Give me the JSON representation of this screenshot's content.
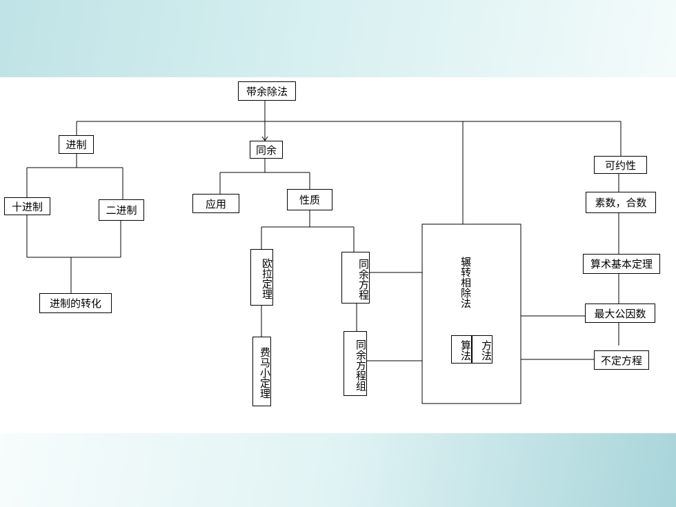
{
  "nodes": {
    "root": "带余除法",
    "jinzhi": "进制",
    "shijinzhi": "十进制",
    "erjinzhi": "二进制",
    "zhuanhua": "进制的转化",
    "tongyu": "同余",
    "yingyong": "应用",
    "xingzhi": "性质",
    "oula": "欧拉定理",
    "feima": "费马小定理",
    "tongyu_fangcheng": "同余方程",
    "tongyu_fangchengzu": "同余方程组",
    "zhanzhuan": "辗转相除法",
    "suanfa": "算法",
    "fangfa": "方法",
    "keyuexing": "可约性",
    "sushu": "素数，合数",
    "jiben": "算术基本定理",
    "gongyinshu": "最大公因数",
    "budingfangcheng": "不定方程"
  }
}
